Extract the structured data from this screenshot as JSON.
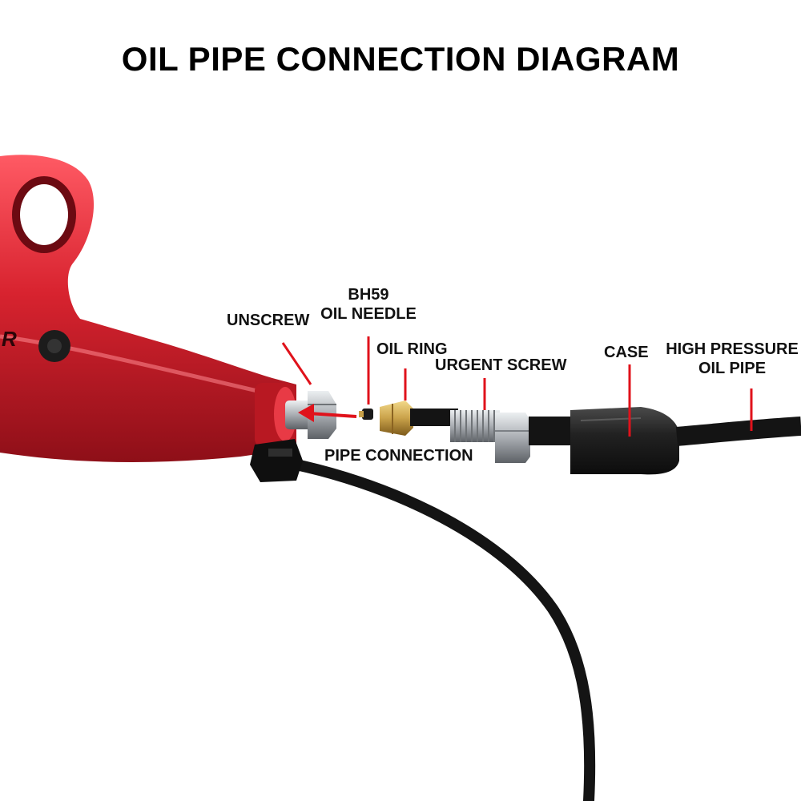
{
  "title": "OIL PIPE CONNECTION DIAGRAM",
  "labels": {
    "unscrew": "UNSCREW",
    "bh59_line1": "BH59",
    "bh59_line2": "OIL NEEDLE",
    "oil_ring": "OIL RING",
    "urgent_screw": "URGENT SCREW",
    "case": "CASE",
    "hp_line1": "HIGH PRESSURE",
    "hp_line2": "OIL PIPE",
    "pipe_connection": "PIPE CONNECTION"
  },
  "colors": {
    "lever_red": "#d8232f",
    "callout_red": "#e0121b",
    "hose_black": "#141414",
    "brass": "#c9a24a",
    "steel": "#b8bcc0"
  }
}
